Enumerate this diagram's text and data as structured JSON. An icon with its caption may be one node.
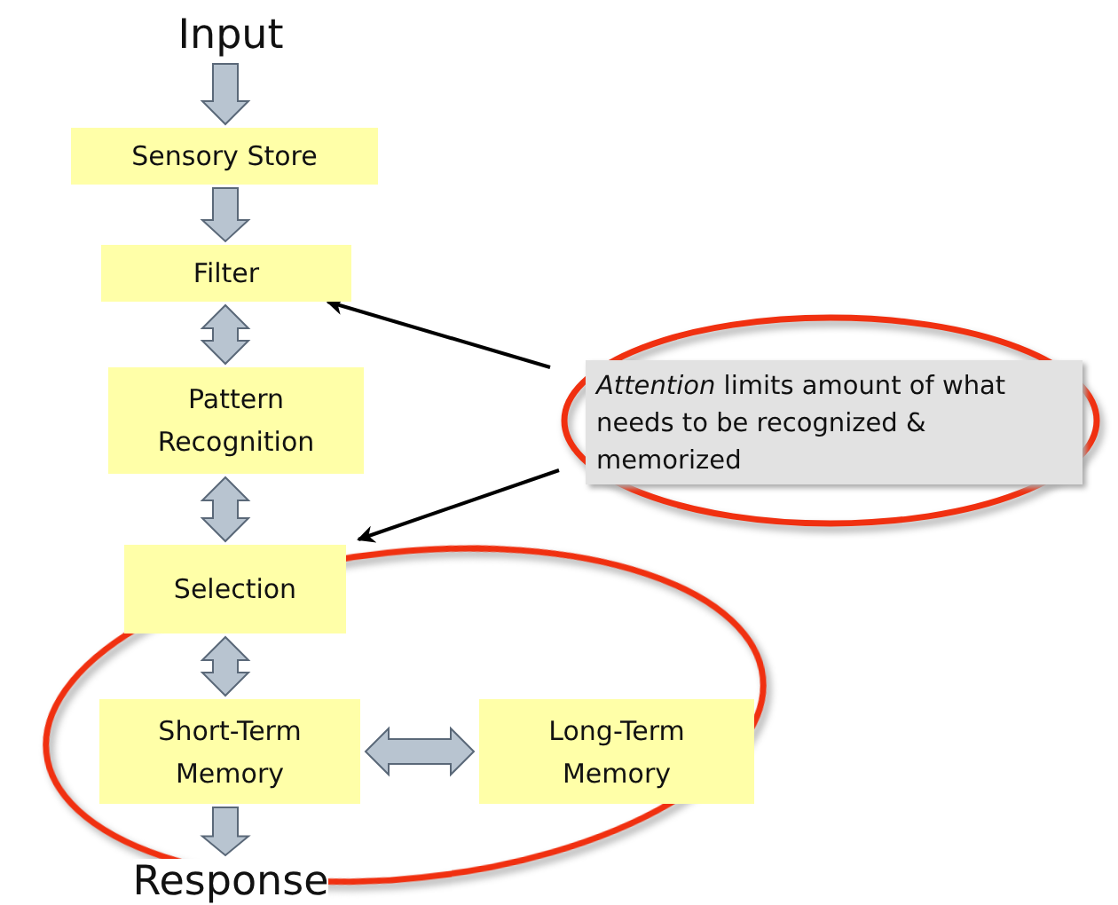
{
  "diagram": {
    "nodes": [
      {
        "text": [
          "Input"
        ]
      },
      {
        "text": [
          "Sensory Store"
        ]
      },
      {
        "text": [
          "Filter"
        ]
      },
      {
        "text": [
          "Pattern Recognition"
        ]
      },
      {
        "text": [
          "Selection"
        ]
      },
      {
        "text": [
          "Short-Term Memory"
        ]
      },
      {
        "text": [
          "Long-Term Memory"
        ]
      },
      {
        "text": [
          "Response"
        ]
      },
      {
        "text": [
          "*Attention* limits amount of what needs to be recognized & memorized"
        ]
      }
    ],
    "edges": [
      {
        "from": 0,
        "to": 1,
        "arrow": "to",
        "style": "thick"
      },
      {
        "from": 1,
        "to": 2,
        "arrow": "to",
        "style": "thick"
      },
      {
        "from": 2,
        "to": 3,
        "arrow": "both",
        "style": "thick"
      },
      {
        "from": 3,
        "to": 4,
        "arrow": "both",
        "style": "thick"
      },
      {
        "from": 4,
        "to": 5,
        "arrow": "both",
        "style": "thick"
      },
      {
        "from": 5,
        "to": 6,
        "arrow": "both",
        "style": "thick"
      },
      {
        "from": 5,
        "to": 7,
        "arrow": "to",
        "style": "thick"
      },
      {
        "from": 8,
        "to": 2,
        "arrow": "to",
        "color": "#000000"
      },
      {
        "from": 8,
        "to": 4,
        "arrow": "to",
        "color": "#000000"
      }
    ]
  }
}
